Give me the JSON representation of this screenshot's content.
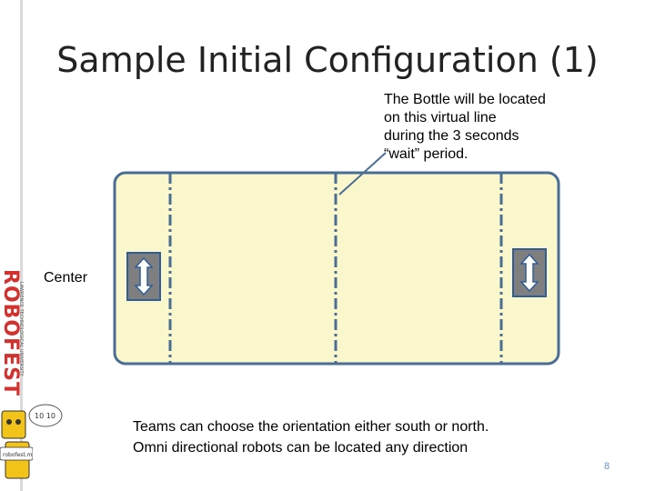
{
  "slide": {
    "title": "Sample Initial Configuration (1)",
    "page_number": "8"
  },
  "callout": {
    "text": "The Bottle will be located\non this virtual line\nduring the 3 seconds\n“wait” period."
  },
  "labels": {
    "center": "Center"
  },
  "notes": {
    "line1": "Teams can choose the orientation either south or north.",
    "line2": "Omni directional robots can be located any direction"
  },
  "logo": {
    "brand_text": "ROBOFEST",
    "badge_text": "10 10",
    "tag_text": "robofest.me"
  },
  "colors": {
    "field_fill": "#fbf7cd",
    "field_border": "#4a6d96",
    "dash_line": "#4a6d96",
    "robot_fill": "#7f7f7f",
    "arrow_fill": "#ffffff",
    "arrow_stroke": "#2e5d9a",
    "brand_red": "#d3312e",
    "page_number": "#6a8fc7"
  }
}
